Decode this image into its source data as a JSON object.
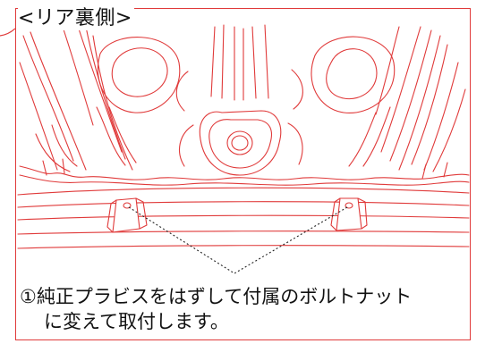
{
  "diagram": {
    "title": "<リア裏側>",
    "caption_line1": "①純正プラビスをはずして付属のボルトナット",
    "caption_line2": "に変えて取付します。",
    "line_color": "#e03a3a",
    "leader_color": "#222222"
  }
}
